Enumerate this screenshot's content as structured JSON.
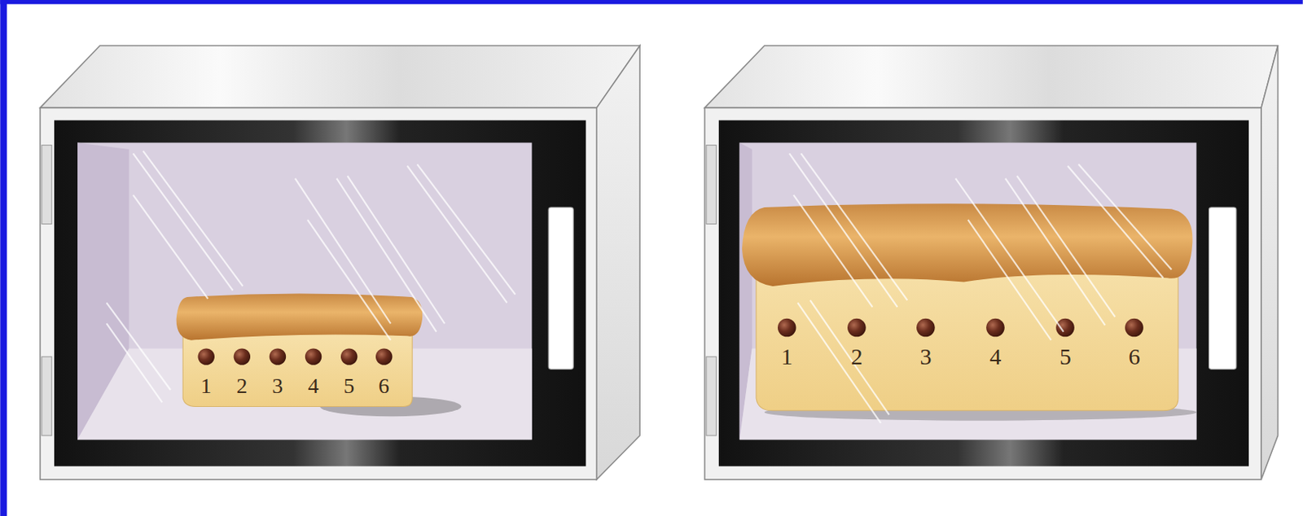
{
  "diagram": {
    "labels": [
      "1",
      "2",
      "3",
      "4",
      "5",
      "6",
      "1",
      "2",
      "3",
      "4",
      "5",
      "6"
    ]
  }
}
